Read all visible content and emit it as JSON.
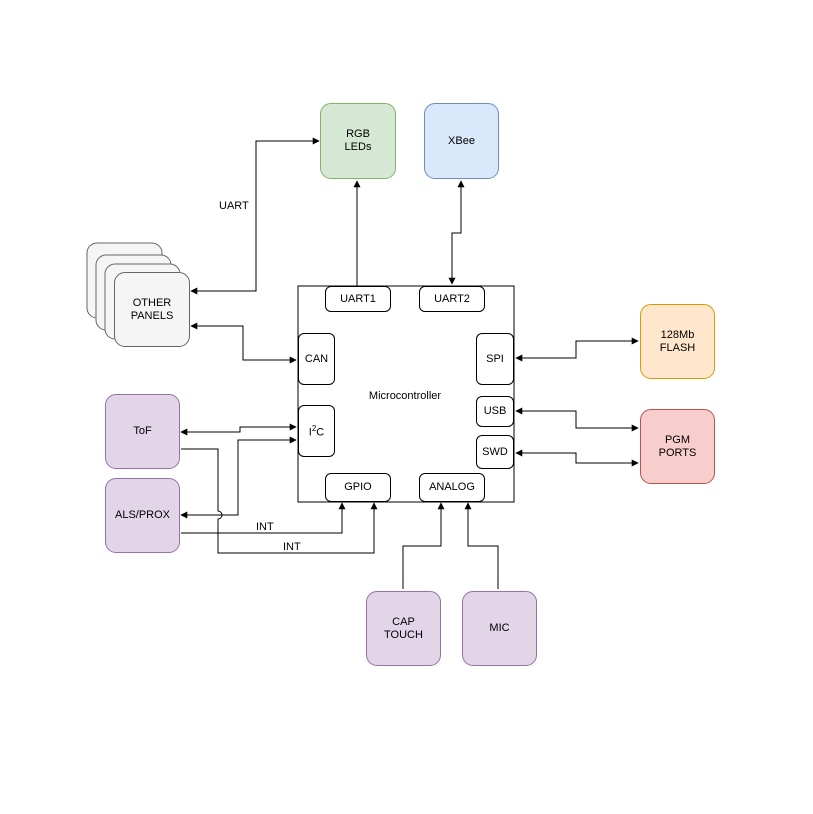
{
  "mcu": {
    "label": "Microcontroller"
  },
  "ports": {
    "uart1": "UART1",
    "uart2": "UART2",
    "can": "CAN",
    "spi": "SPI",
    "usb": "USB",
    "swd": "SWD",
    "i2c_prefix": "I",
    "i2c_sup": "2",
    "i2c_suffix": "C",
    "gpio": "GPIO",
    "analog": "ANALOG"
  },
  "blocks": {
    "rgb_leds": {
      "label": "RGB\nLEDs",
      "fill": "#d5e8d4",
      "stroke": "#82b366"
    },
    "xbee": {
      "label": "XBee",
      "fill": "#dae8fc",
      "stroke": "#6c8ebf"
    },
    "other_panels": {
      "label": "OTHER\nPANELS",
      "fill": "#f5f5f5",
      "stroke": "#666666"
    },
    "flash": {
      "label": "128Mb\nFLASH",
      "fill": "#ffe6cc",
      "stroke": "#d79b00"
    },
    "pgm_ports": {
      "label": "PGM\nPORTS",
      "fill": "#f8cecc",
      "stroke": "#b85450"
    },
    "tof": {
      "label": "ToF",
      "fill": "#e1d5e7",
      "stroke": "#9673a6"
    },
    "als_prox": {
      "label": "ALS/PROX",
      "fill": "#e1d5e7",
      "stroke": "#9673a6"
    },
    "cap_touch": {
      "label": "CAP\nTOUCH",
      "fill": "#e1d5e7",
      "stroke": "#9673a6"
    },
    "mic": {
      "label": "MIC",
      "fill": "#e1d5e7",
      "stroke": "#9673a6"
    }
  },
  "wire_labels": {
    "uart": "UART",
    "int_1": "INT",
    "int_2": "INT"
  }
}
